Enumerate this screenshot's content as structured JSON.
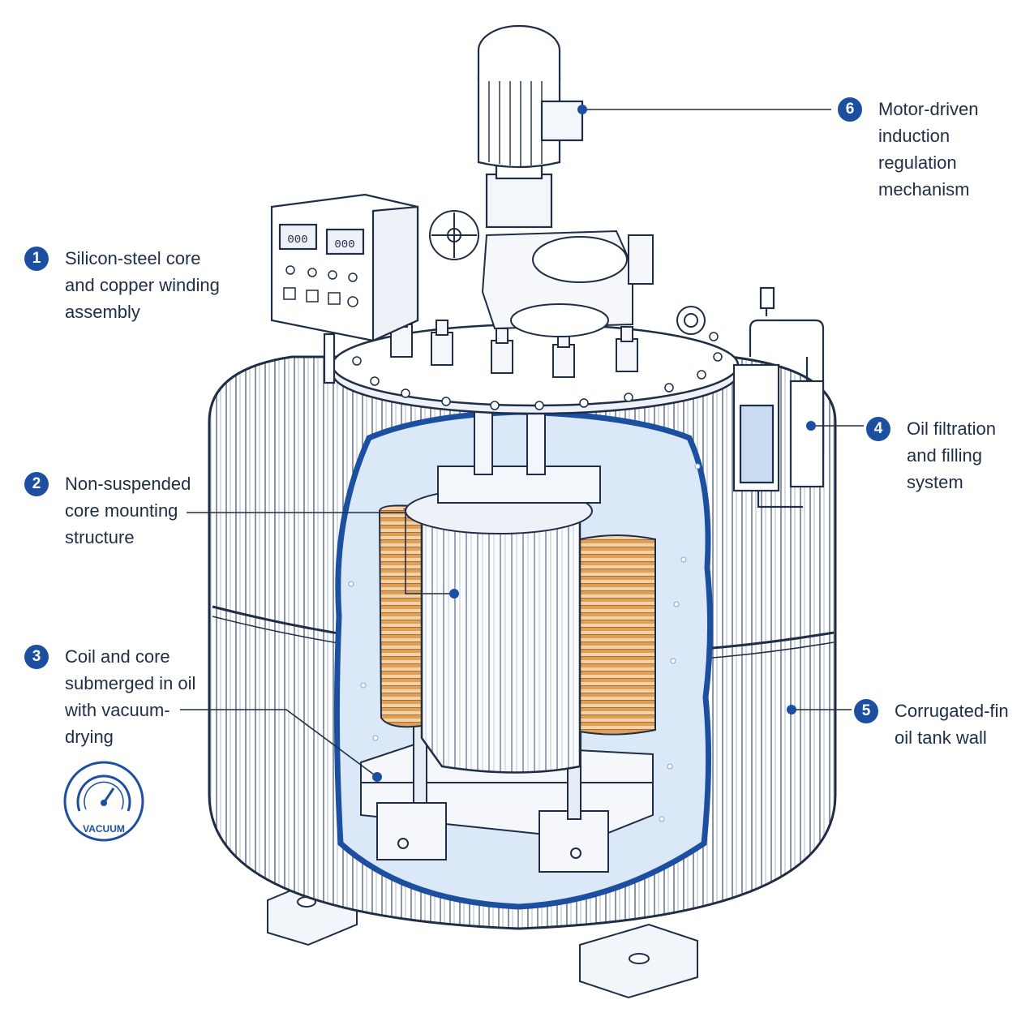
{
  "callouts": [
    {
      "num": "1",
      "text": "Silicon-steel core\nand copper winding\nassembly"
    },
    {
      "num": "2",
      "text": "Non-suspended\ncore mounting\nstructure"
    },
    {
      "num": "3",
      "text": "Coil and core\nsubmerged in oil\nwith vacuum-\ndrying"
    },
    {
      "num": "4",
      "text": "Oil filtration\nand filling\nsystem"
    },
    {
      "num": "5",
      "text": "Corrugated-fin\noil tank wall"
    },
    {
      "num": "6",
      "text": "Motor-driven\ninduction\nregulation\nmechanism"
    }
  ],
  "vacuum_badge": {
    "label": "VACUUM"
  },
  "meters": {
    "left": "000",
    "right": "000"
  },
  "colors": {
    "accent": "#1c4fa0",
    "oil": "#d8e6f7",
    "winding": "#e3a45a",
    "line": "#1f2d45"
  }
}
